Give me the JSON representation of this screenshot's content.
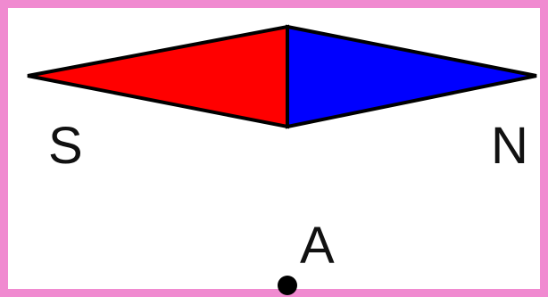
{
  "diagram": {
    "labels": {
      "south": "S",
      "north": "N",
      "point": "A"
    },
    "colors": {
      "frame_border": "#f08ad0",
      "south_half": "#ff0000",
      "north_half": "#0000ff",
      "outline": "#000000",
      "point": "#000000"
    }
  }
}
